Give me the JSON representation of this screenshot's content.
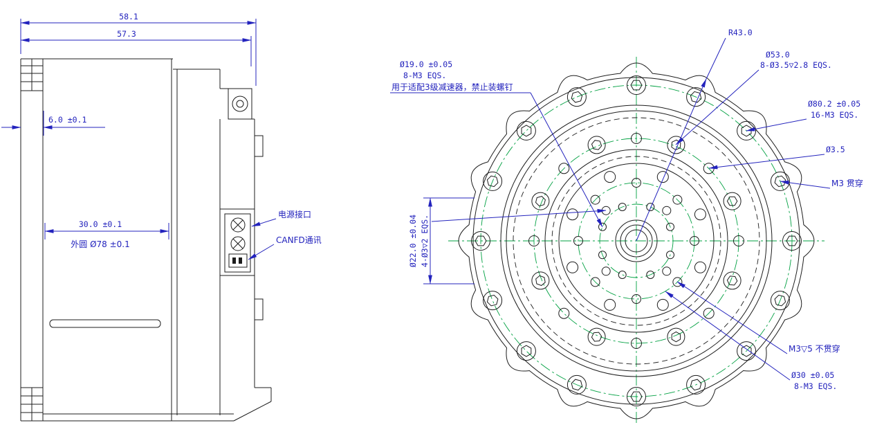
{
  "colors": {
    "dimension_blue": "#2323bd",
    "centerline_green": "#00a041",
    "geometry_black": "#1c1c1c",
    "background": "#ffffff"
  },
  "side_view": {
    "dim_total_width": "58.1",
    "dim_body_width": "57.3",
    "dim_flange_offset": "6.0 ±0.1",
    "dim_inner_depth": "30.0 ±0.1",
    "note_outer_diameter": "外圆 Ø78 ±0.1",
    "label_power_connector": "电源接口",
    "label_canfd": "CANFD通讯"
  },
  "front_view": {
    "dim_outer_radius": "R43.0",
    "dim_bc53": "Ø53.0",
    "dim_bc53_holes": "8-Ø3.5▽2.8 EQS.",
    "dim_bc19": "Ø19.0 ±0.05",
    "dim_bc19_holes": "8-M3 EQS.",
    "note_bc19_usage": "用于适配3级减速器，禁止装螺钉",
    "dim_bc80": "Ø80.2 ±0.05",
    "dim_bc80_holes": "16-M3 EQS.",
    "dim_hole_dia": "Ø3.5",
    "note_m3_through": "M3 贯穿",
    "dim_bc22": "Ø22.0 ±0.04",
    "dim_bc22_holes": "4-Ø3▽2 EQS.",
    "note_m3_blind": "M3▽5 不贯穿",
    "dim_bc30": "Ø30 ±0.05",
    "dim_bc30_holes": "8-M3 EQS."
  }
}
